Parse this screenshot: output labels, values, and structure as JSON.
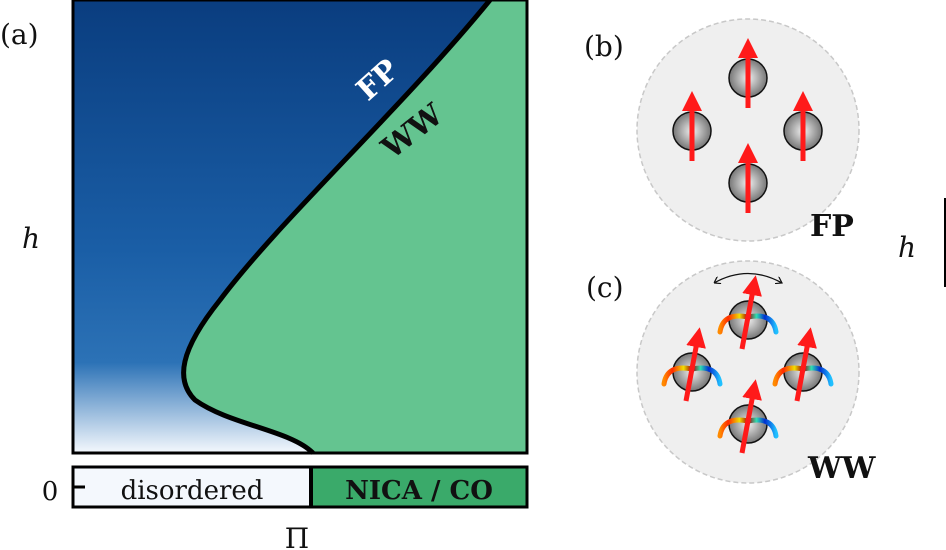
{
  "panel_a": {
    "label": "(a)",
    "y_axis_label": "h",
    "x_axis_label": "Π",
    "y_tick_zero": "0",
    "region_labels": {
      "fp": "FP",
      "ww": "WW"
    },
    "bottom_bar": {
      "left": "disordered",
      "right": "NICA / CO"
    },
    "colors": {
      "fp_top": "#0a3d7f",
      "fp_mid": "#1f66ab",
      "ww": "#64c490",
      "bar_green": "#3aaa6a",
      "bar_left": "#f4f8fd"
    }
  },
  "panel_b": {
    "label": "(b)",
    "state": "FP"
  },
  "panel_c": {
    "label": "(c)",
    "state": "WW"
  },
  "side_axis_label": "h"
}
